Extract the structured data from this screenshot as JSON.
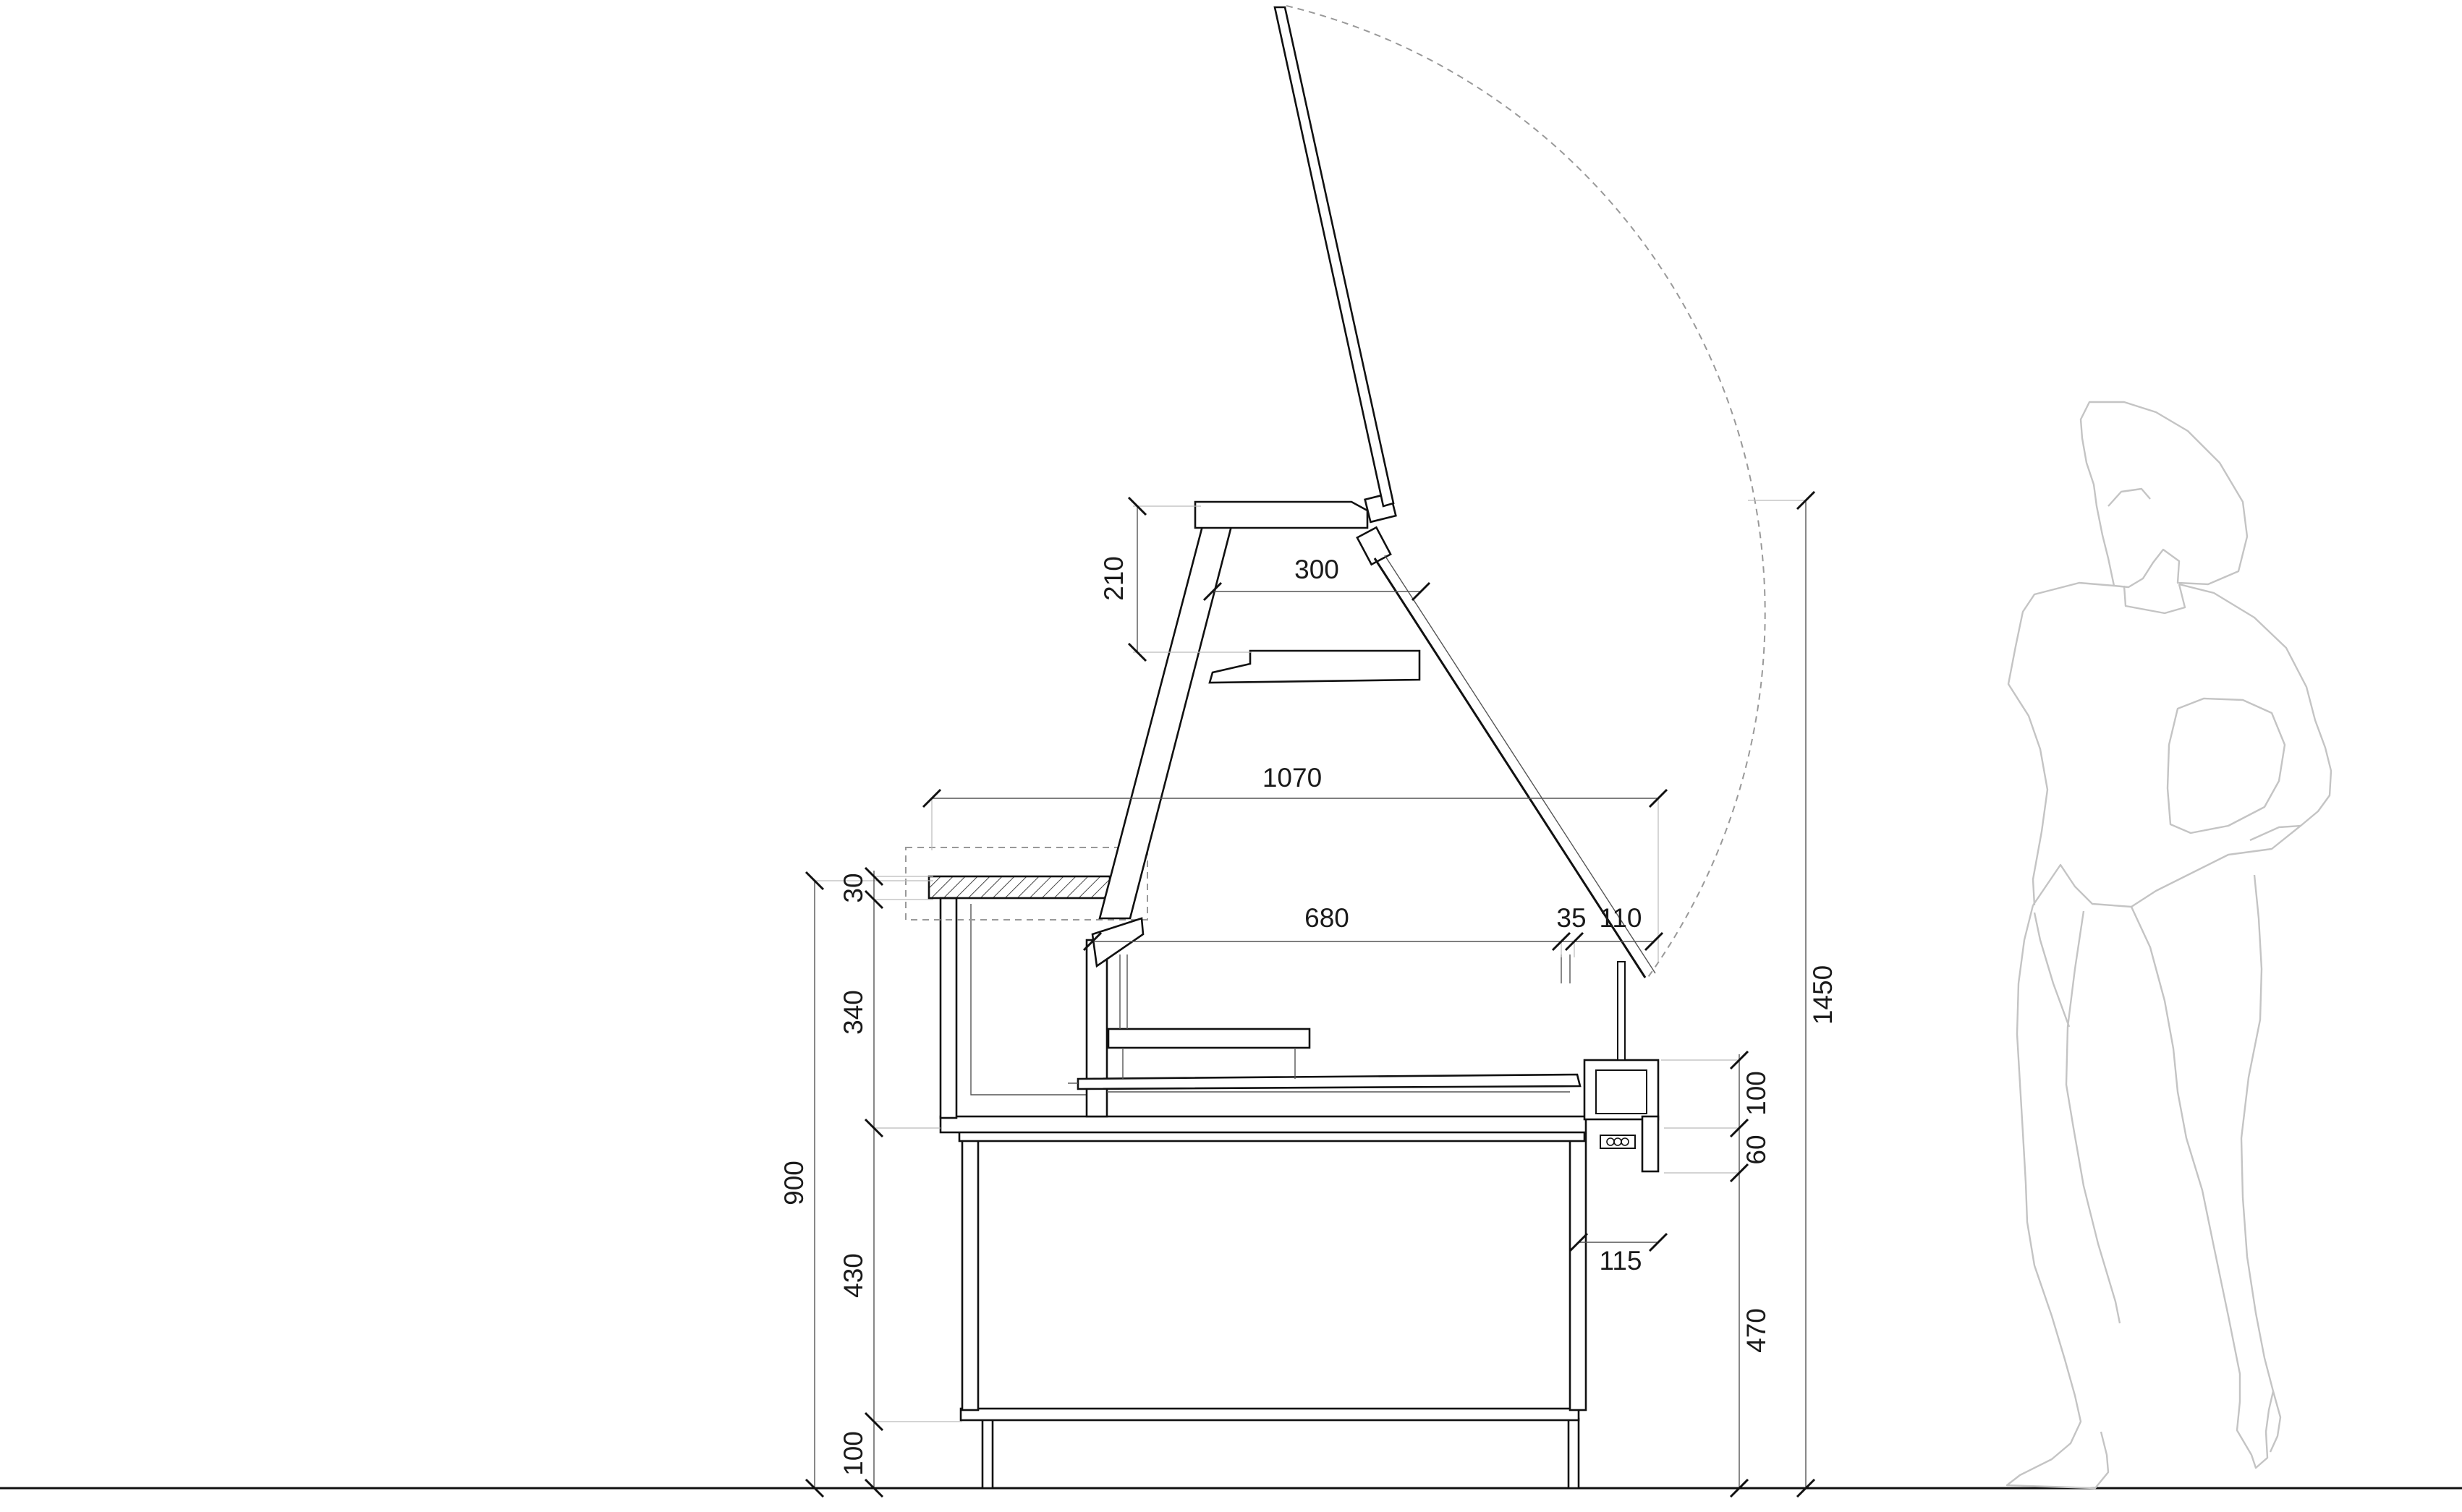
{
  "dimensions": {
    "d_210": "210",
    "d_300": "300",
    "d_1070": "1070",
    "d_30": "30",
    "d_680": "680",
    "d_35": "35",
    "d_110": "110",
    "d_340": "340",
    "d_900": "900",
    "d_430": "430",
    "d_100_base": "100",
    "d_100_right": "100",
    "d_60": "60",
    "d_115": "115",
    "d_470": "470",
    "d_1450": "1450"
  },
  "colors": {
    "line": "#111111",
    "dimension_line": "#555555",
    "figure": "#c4c4c4",
    "hatch": "#444444"
  }
}
